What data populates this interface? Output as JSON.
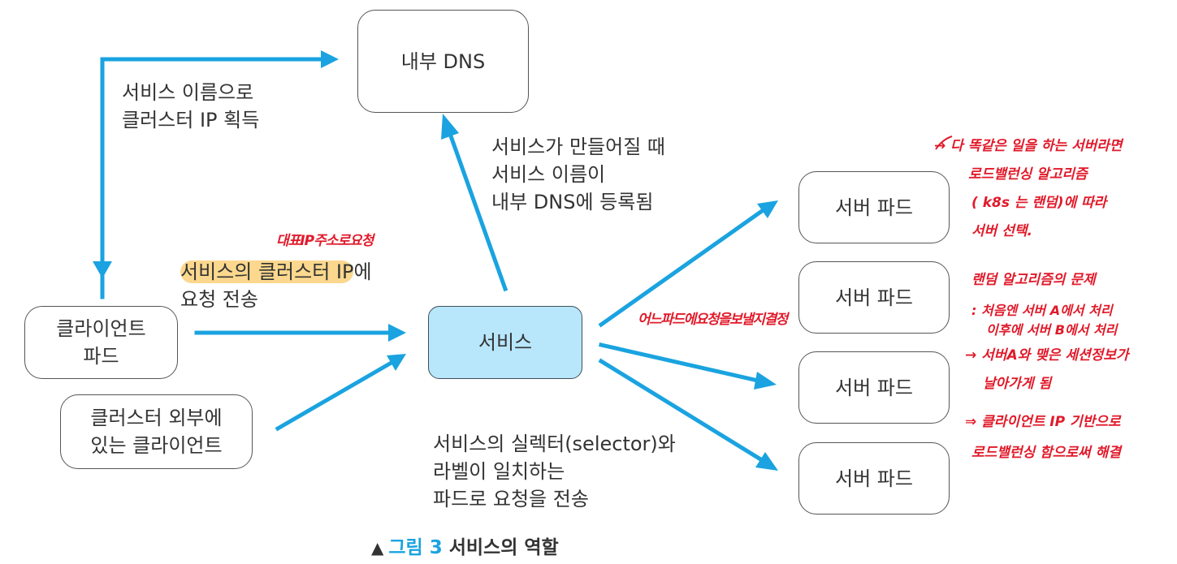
{
  "nodes": {
    "internal_dns": "내부 DNS",
    "client_pod_line1": "클라이언트",
    "client_pod_line2": "파드",
    "external_client_line1": "클러스터 외부에",
    "external_client_line2": "있는 클라이언트",
    "service": "서비스",
    "server_pods": [
      "서버 파드",
      "서버 파드",
      "서버 파드",
      "서버 파드"
    ]
  },
  "labels": {
    "dns_lookup": [
      "서비스 이름으로",
      "클러스터 IP 획득"
    ],
    "dns_register": [
      "서비스가 만들어질 때",
      "서비스 이름이",
      "내부 DNS에 등록됨"
    ],
    "request_highlight": "서비스의 클러스터 IP",
    "request_suffix": "에",
    "request_line2": "요청 전송",
    "selector": [
      "서비스의 실렉터(selector)와",
      "라벨이 일치하는",
      "파드로 요청을 전송"
    ]
  },
  "annotations": {
    "representative_ip": "대표IP주소로요청",
    "which_pod": "어느파드에요청을보낼지결정",
    "same_work": "→ 다 똑같은 일을 하는 서버라면",
    "load_balancing_algo": "로드밸런싱 알고리즘",
    "kubernetes_random": "( k8s 는 랜덤)에 따라",
    "server_select": "서버 선택.",
    "random_problem": "랜덤 알고리즘의 문제",
    "first_server_a": ": 처음엔 서버 A에서 처리",
    "then_server_b": "이후에 서버 B에서 처리",
    "session_lost_1": "→ 서버A와 맺은 세션정보가",
    "session_lost_2": "날아가게 됨",
    "solution_1": "⇒ 클라이언트 IP 기반으로",
    "solution_2": "로드밸런싱 함으로써 해결"
  },
  "caption": {
    "marker": "▲",
    "number": "그림 3",
    "title": "서비스의 역할"
  },
  "colors": {
    "arrow": "#1aa3e0",
    "service_fill": "#b8e6fb",
    "highlight": "#fbd88d",
    "handwriting": "#e11a2a"
  }
}
